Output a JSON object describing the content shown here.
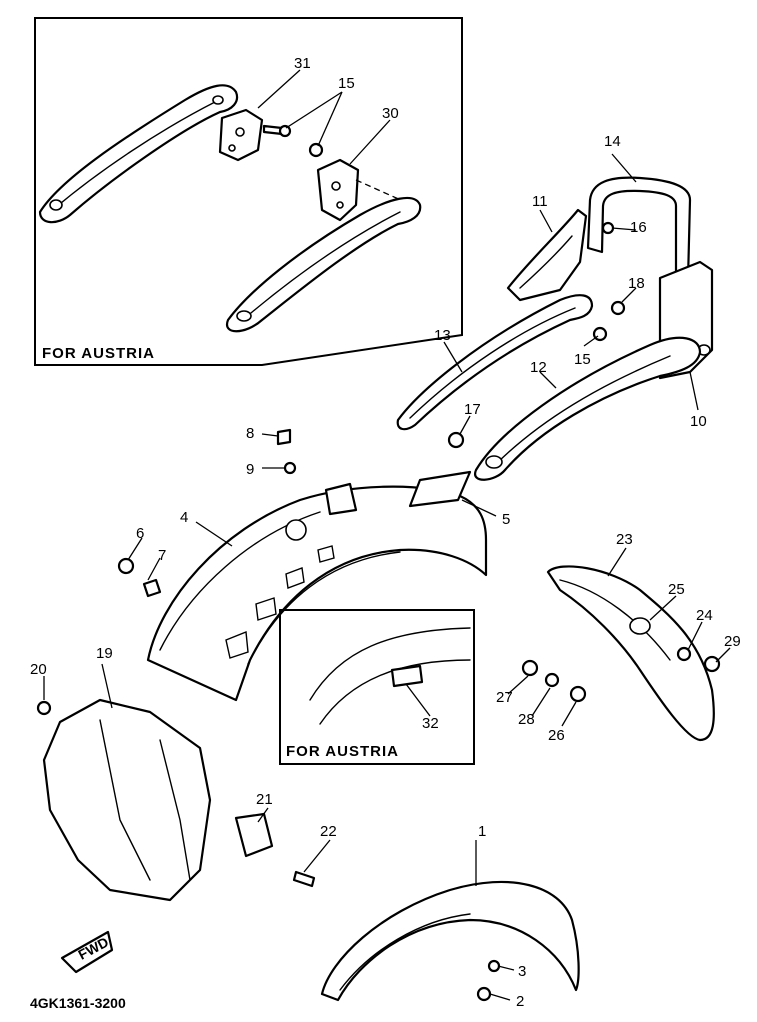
{
  "inset_caption": "FOR AUSTRIA",
  "inset_caption_2": "FOR AUSTRIA",
  "fwd_label": "FWD",
  "drawing_code": "4GK1361-3200",
  "callouts": [
    "1",
    "2",
    "3",
    "4",
    "5",
    "6",
    "7",
    "8",
    "9",
    "10",
    "11",
    "12",
    "13",
    "14",
    "15",
    "15",
    "16",
    "17",
    "18",
    "19",
    "20",
    "21",
    "22",
    "23",
    "24",
    "25",
    "26",
    "27",
    "28",
    "29",
    "30",
    "31",
    "32"
  ]
}
